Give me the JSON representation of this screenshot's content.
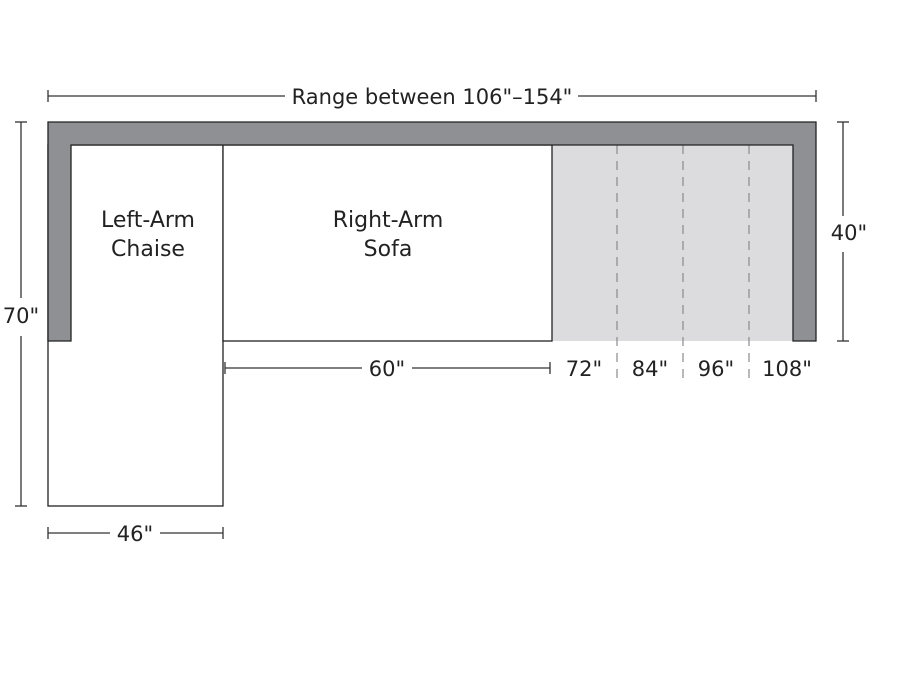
{
  "title": "Range between 106\"–154\"",
  "pieces": {
    "chaise": {
      "line1": "Left-Arm",
      "line2": "Chaise"
    },
    "sofa": {
      "line1": "Right-Arm",
      "line2": "Sofa"
    }
  },
  "dimensions": {
    "depth_total": "70\"",
    "back_height": "40\"",
    "chaise_width": "46\"",
    "sofa_base": "60\""
  },
  "extension_options": [
    "72\"",
    "84\"",
    "96\"",
    "108\""
  ],
  "colors": {
    "frame": "#8f9093",
    "extension_fill": "#dcdcde",
    "outline": "#222222",
    "background": "#ffffff"
  }
}
